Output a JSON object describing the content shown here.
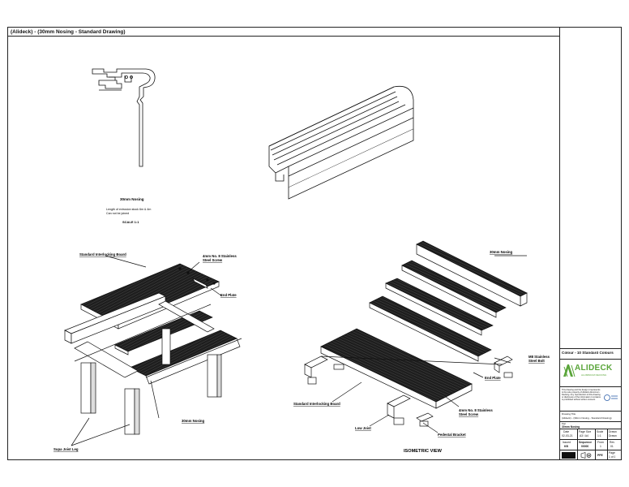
{
  "sheet": {
    "title": "(Alideck) - (30mm Nosing - Standard Drawing)"
  },
  "profile": {
    "name": "30mm Nosing",
    "note_line1": "Length of extrusion stock 6m & 4m",
    "note_line2": "Can not be joined",
    "scale": "SCALE 1:1"
  },
  "exploded": {
    "label_board": "Standard Interlocking Board",
    "label_screw": "4mm No. 8 Stainless",
    "label_screw2": "Steel Screw",
    "label_plate": "End Plate",
    "label_nosing": "30mm Nosing",
    "label_leg": "Supa Joist Leg"
  },
  "isometric": {
    "label_nosing": "30mm Nosing",
    "label_bolt": "M8 Stainless",
    "label_bolt2": "Steel Bolt",
    "label_plate": "End Plate",
    "label_board": "Standard Interlocking Board",
    "label_screw": "4mm No. 8 Stainless",
    "label_screw2": "Steel Screw",
    "label_low_joist": "Low Joist",
    "label_bracket": "Pedestal Bracket",
    "caption": "ISOMETRIC VIEW"
  },
  "title_block": {
    "colour_note": "Colour - 10 Standard Colours",
    "brand": "ALIDECK",
    "brand_tag": "ALUMINIUM DECKING",
    "copyright": "This drawing and the design it represents is the sole property of Alideck Aluminium Decking. Any reproduction of this drawing or disclosure of the information it contains is prohibited without written consent.",
    "drawing_no_label": "Drawing Title",
    "drawing_title": "(Alideck) - (30mm Nosing - Standard Drawing)",
    "part_label": "Part",
    "part_value": "30mm Nosing",
    "date_label": "Date",
    "date_value": "02-03-21",
    "page_size_label": "Page Size",
    "page_size_value": "A3 / A4",
    "scale_label": "Scale",
    "scale_value": "1:1",
    "drawn_label": "Drawn",
    "drawn_value": "Drawn",
    "issued_label": "Issued",
    "issued_value": "KB",
    "sequence_label": "Sequence",
    "sequence_value": "00000",
    "from_label": "From",
    "from_value": "1",
    "rev_label": "Rev",
    "rev_value": "01",
    "status_value": "PPE",
    "page_label": "Page",
    "page_value": "1 of 1"
  },
  "colors": {
    "line": "#111111",
    "board": "#1e1e1e",
    "brand_green": "#5aa53a"
  }
}
